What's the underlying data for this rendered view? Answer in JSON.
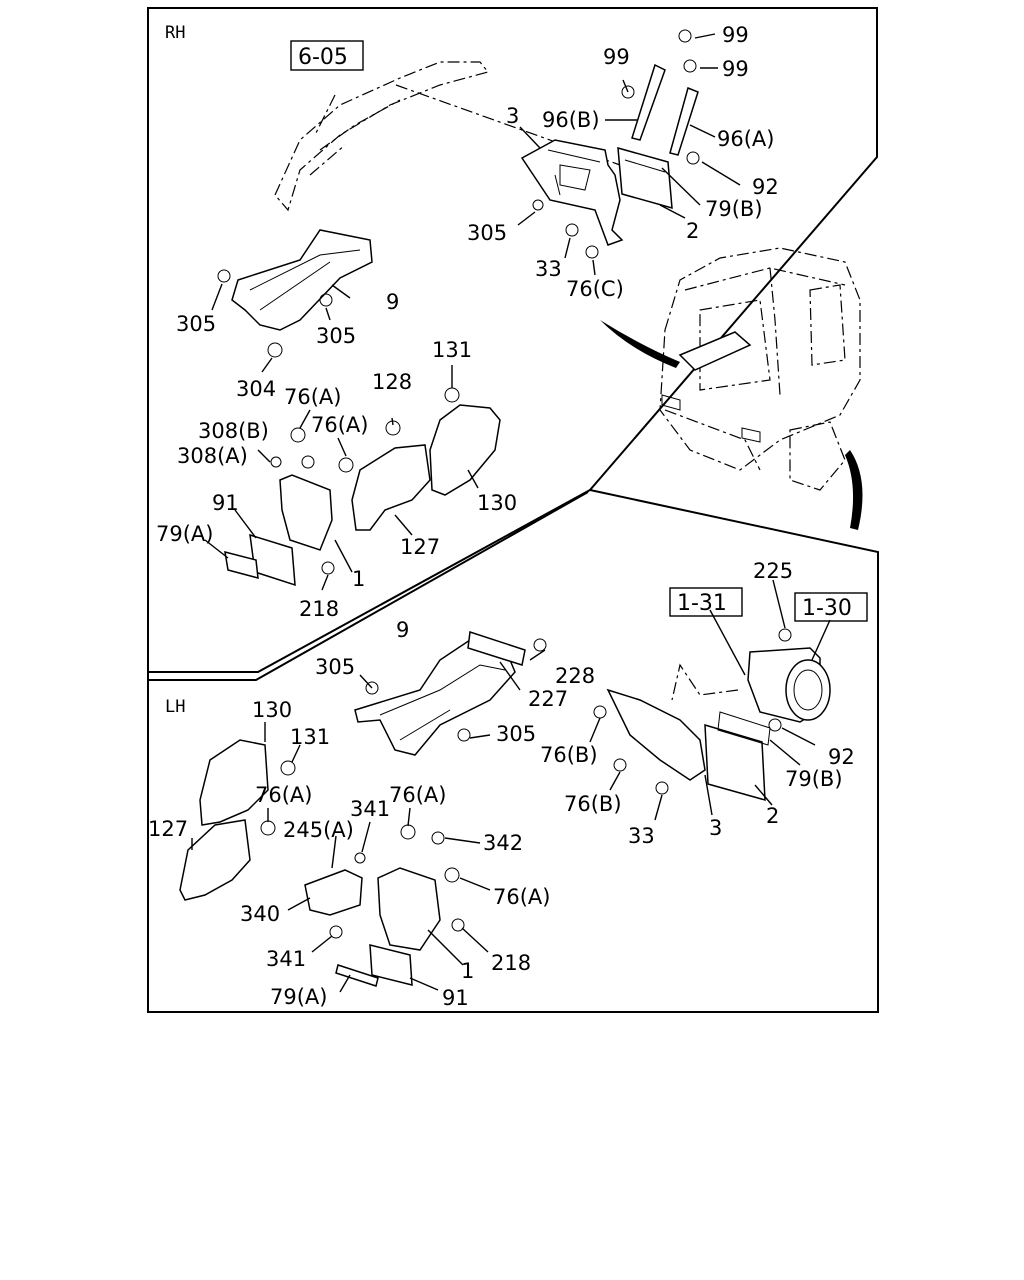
{
  "sections": {
    "rh": "RH",
    "lh": "LH"
  },
  "refs": {
    "r605": "6-05",
    "r131": "1-31",
    "r130": "1-30"
  },
  "labels": {
    "rh": {
      "p99a": "99",
      "p99b": "99",
      "p99c": "99",
      "p3": "3",
      "p96b": "96(B)",
      "p96a": "96(A)",
      "p92": "92",
      "p79b": "79(B)",
      "p2": "2",
      "p305a": "305",
      "p33": "33",
      "p76c": "76(C)",
      "p9": "9",
      "p305b": "305",
      "p305c": "305",
      "p304": "304",
      "p76a1": "76(A)",
      "p76a2": "76(A)",
      "p128": "128",
      "p131": "131",
      "p308b": "308(B)",
      "p308a": "308(A)",
      "p91": "91",
      "p79a": "79(A)",
      "p1": "1",
      "p218": "218",
      "p127": "127",
      "p130": "130"
    },
    "lh": {
      "p225": "225",
      "p9": "9",
      "p228": "228",
      "p305a": "305",
      "p227": "227",
      "p305b": "305",
      "p76b1": "76(B)",
      "p92": "92",
      "p79b": "79(B)",
      "p76b2": "76(B)",
      "p33": "33",
      "p3": "3",
      "p2": "2",
      "p130": "130",
      "p131": "131",
      "p76a1": "76(A)",
      "p127": "127",
      "p245a": "245(A)",
      "p341a": "341",
      "p76a2": "76(A)",
      "p342": "342",
      "p76a3": "76(A)",
      "p340": "340",
      "p341b": "341",
      "p218": "218",
      "p1": "1",
      "p79a": "79(A)",
      "p91": "91"
    }
  }
}
